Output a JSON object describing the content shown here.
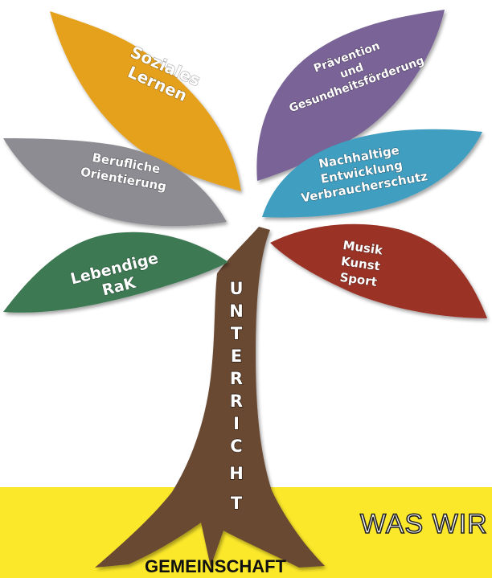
{
  "colors": {
    "soziales": "#e6a11f",
    "praevention": "#7a6496",
    "beruflich": "#8e8c93",
    "nachhaltig": "#3f9ec1",
    "lebendig": "#3e7a52",
    "musik": "#9a3327",
    "trunk": "#6b4a33",
    "ground": "#fce82a"
  },
  "leaves": {
    "soziales": [
      "Soziales",
      "Lernen"
    ],
    "praevention": [
      "Prävention",
      "und",
      "Gesundheitsförderung"
    ],
    "beruflich": [
      "Berufliche",
      "Orientierung"
    ],
    "nachhaltig": [
      "Nachhaltige",
      "Entwicklung",
      "Verbraucherschutz"
    ],
    "lebendig": [
      "Lebendige",
      "RaK"
    ],
    "musik": [
      "Musik",
      "Kunst",
      "Sport"
    ]
  },
  "trunk_letters": [
    "U",
    "N",
    "T",
    "E",
    "R",
    "R",
    "I",
    "C",
    "H",
    "T"
  ],
  "ground_label": "GEMEINSCHAFT",
  "banner_text": "WAS WIR"
}
